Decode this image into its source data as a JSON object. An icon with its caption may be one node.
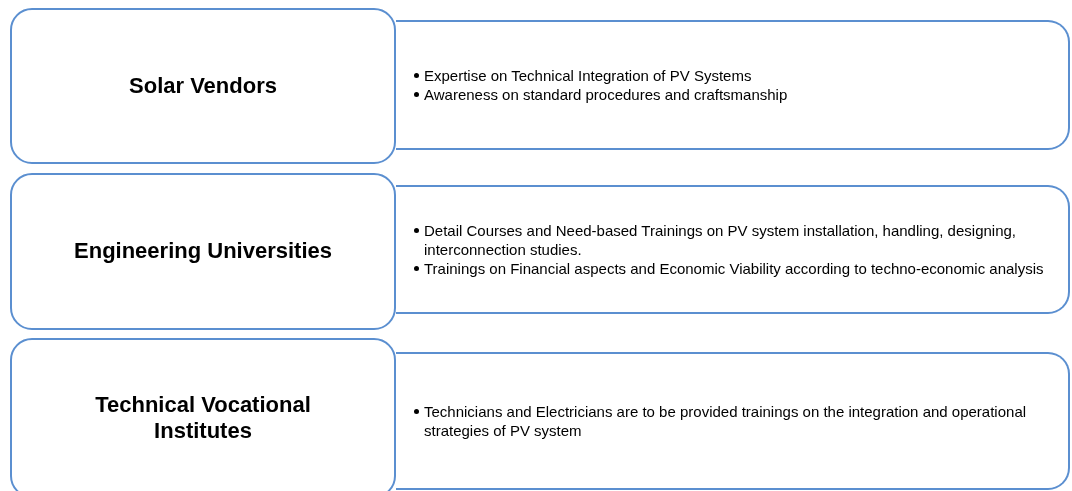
{
  "diagram": {
    "nodes": [
      {
        "text": [
          "Solar Vendors"
        ]
      },
      {
        "text": [
          "Expertise on Technical Integration of PV Systems",
          "Awareness on standard procedures and craftsmanship"
        ]
      },
      {
        "text": [
          "Engineering Universities"
        ]
      },
      {
        "text": [
          "Detail Courses and Need-based Trainings on PV system installation, handling, designing, interconnection studies.",
          "Trainings on Financial aspects and Economic Viability according to techno-economic analysis"
        ]
      },
      {
        "text": [
          "Technical Vocational Institutes"
        ]
      },
      {
        "text": [
          "Technicians and Electricians are to be provided trainings on the integration and operational strategies of PV system"
        ]
      }
    ]
  }
}
